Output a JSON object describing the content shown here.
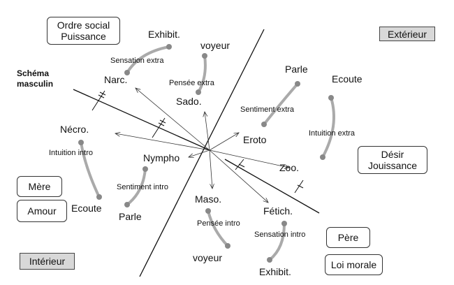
{
  "boxes": {
    "ordre_social": "Ordre social",
    "puissance": "Puissance",
    "exterieur": "Extérieur",
    "desir": "Désir",
    "jouissance": "Jouissance",
    "mere": "Mère",
    "amour": "Amour",
    "pere": "Père",
    "loi_morale": "Loi morale",
    "interieur": "Intérieur"
  },
  "schema": {
    "line1": "Schéma",
    "line2": "masculin"
  },
  "labels": {
    "exhibit_top": "Exhibit.",
    "voyeur_top": "voyeur",
    "sensation_extra": "Sensation extra",
    "narc": "Narc.",
    "pensee_extra": "Pensée extra",
    "sado": "Sado.",
    "parle_right": "Parle",
    "ecoute_right": "Ecoute",
    "sentiment_extra": "Sentiment extra",
    "eroto": "Eroto",
    "intuition_extra": "Intuition extra",
    "zoo": "Zoo.",
    "necro": "Nécro.",
    "intuition_intro": "Intuition intro",
    "nympho": "Nympho",
    "sentiment_intro": "Sentiment intro",
    "ecoute_left": "Ecoute",
    "parle_left": "Parle",
    "maso": "Maso.",
    "fetich": "Fétich.",
    "pensee_intro": "Pensée intro",
    "sensation_intro": "Sensation intro",
    "voyeur_bottom": "voyeur",
    "exhibit_bottom": "Exhibit."
  }
}
